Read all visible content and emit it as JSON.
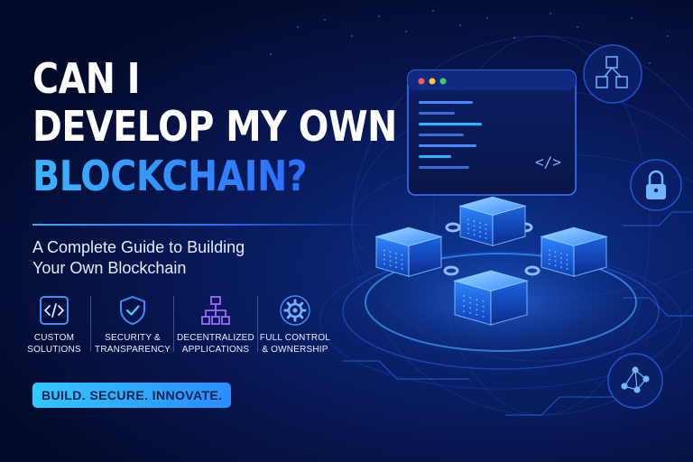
{
  "headline": {
    "line1": "CAN I",
    "line2": "DEVELOP MY OWN",
    "line3": "BLOCKCHAIN?"
  },
  "subtitle": {
    "line1": "A Complete Guide to Building",
    "line2": "Your Own Blockchain"
  },
  "features": [
    {
      "icon": "code-icon",
      "line1": "CUSTOM",
      "line2": "SOLUTIONS"
    },
    {
      "icon": "shield-check-icon",
      "line1": "SECURITY &",
      "line2": "TRANSPARENCY"
    },
    {
      "icon": "network-hierarchy-icon",
      "line1": "DECENTRALIZED",
      "line2": "APPLICATIONS"
    },
    {
      "icon": "gear-icon",
      "line1": "FULL CONTROL",
      "line2": "& OWNERSHIP"
    }
  ],
  "cta": "BUILD. SECURE. INNOVATE.",
  "code_window": {
    "glyph": "</>"
  },
  "side_badges": [
    "cubes-network-icon",
    "padlock-icon",
    "node-graph-icon"
  ],
  "colors": {
    "background": "#050b2c",
    "accent": "#2f9bff",
    "cta_start": "#33c8ff",
    "cta_end": "#2a8cff",
    "text": "#ffffff"
  }
}
